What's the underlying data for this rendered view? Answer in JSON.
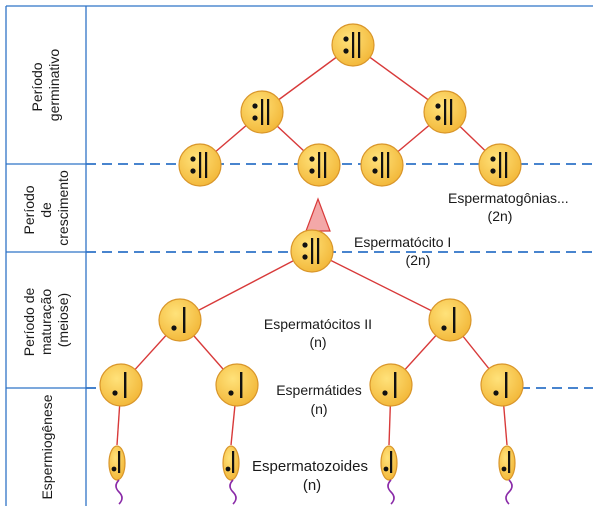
{
  "periods": [
    {
      "label_lines": [
        "Período",
        "germinativo"
      ]
    },
    {
      "label_lines": [
        "Período",
        "de",
        "crescimento"
      ]
    },
    {
      "label_lines": [
        "Período de",
        "maturação",
        "(meiose)"
      ]
    },
    {
      "label_lines": [
        "Espermiogênese"
      ]
    }
  ],
  "stages": {
    "spermatogonia": {
      "name": "Espermatogônias...",
      "ploidy": "(2n)"
    },
    "primary_spermatocyte": {
      "name": "Espermatócito I",
      "ploidy": "(2n)"
    },
    "secondary_spermatocytes": {
      "name": "Espermatócitos II",
      "ploidy": "(n)"
    },
    "spermatids": {
      "name": "Espermátides",
      "ploidy": "(n)"
    },
    "spermatozoa": {
      "name": "Espermatozoides",
      "ploidy": "(n)"
    }
  },
  "colors": {
    "cell_fill": "#f6c44a",
    "cell_stroke": "#d9962a",
    "branch_line": "#d83a3a",
    "divider_line": "#2f73c7",
    "tail": "#8a2ba8",
    "growth_arrow": "#f3a8a8"
  }
}
